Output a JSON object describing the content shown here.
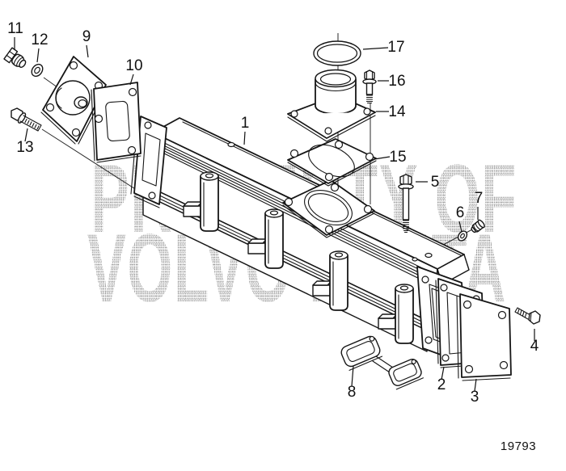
{
  "diagram": {
    "drawing_number": "19793",
    "watermark": {
      "line1": "PROPERTY OF",
      "line2": "VOLVO PENTA"
    },
    "callouts": {
      "c1": "1",
      "c2": "2",
      "c3": "3",
      "c4": "4",
      "c5": "5",
      "c6": "6",
      "c7": "7",
      "c8": "8",
      "c9": "9",
      "c10": "10",
      "c11": "11",
      "c12": "12",
      "c13": "13",
      "c14": "14",
      "c15": "15",
      "c16": "16",
      "c17": "17"
    }
  }
}
